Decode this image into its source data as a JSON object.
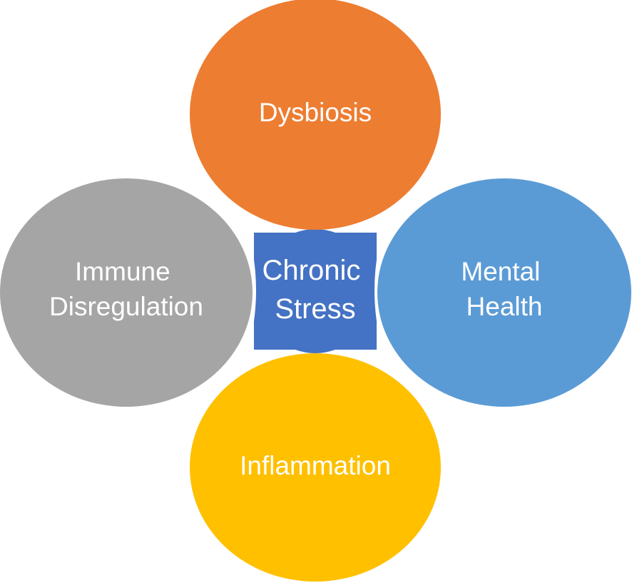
{
  "center": {
    "lines": [
      "Chronic",
      "Stress"
    ],
    "color": "#4472C4"
  },
  "nodes": {
    "top": {
      "lines": [
        "Dysbiosis"
      ],
      "color": "#ED7D31"
    },
    "right": {
      "lines": [
        "Mental",
        "Health"
      ],
      "color": "#5B9BD5"
    },
    "bottom": {
      "lines": [
        "Inflammation"
      ],
      "color": "#FFC000"
    },
    "left": {
      "lines": [
        "Immune",
        "Disregulation"
      ],
      "color": "#A5A5A5"
    }
  }
}
